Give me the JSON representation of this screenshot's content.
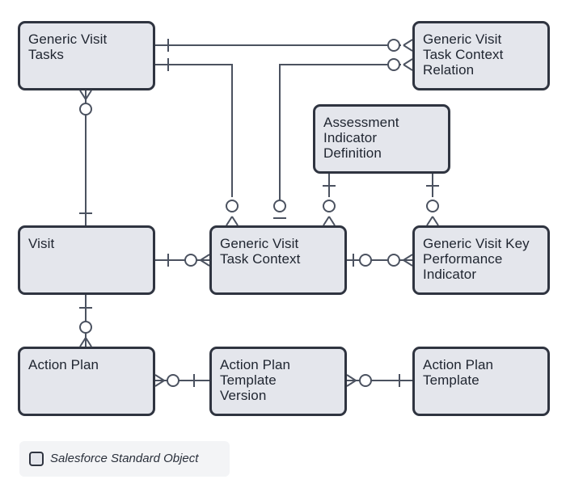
{
  "diagram": {
    "entities": {
      "generic_visit_tasks": "Generic Visit\nTasks",
      "gvt_context_relation": "Generic Visit\nTask Context\nRelation",
      "assessment_indicator_definition": "Assessment\nIndicator\nDefinition",
      "visit": "Visit",
      "gvt_context": "Generic Visit\nTask Context",
      "gv_key_performance_indicator": "Generic Visit Key\nPerformance\nIndicator",
      "action_plan": "Action Plan",
      "action_plan_template_version": "Action Plan\nTemplate\nVersion",
      "action_plan_template": "Action Plan\nTemplate"
    },
    "legend": {
      "label": "Salesforce Standard Object"
    },
    "colors": {
      "line": "#4b5260",
      "entity_fill": "#e4e6ec",
      "entity_border": "#2f3440"
    }
  }
}
